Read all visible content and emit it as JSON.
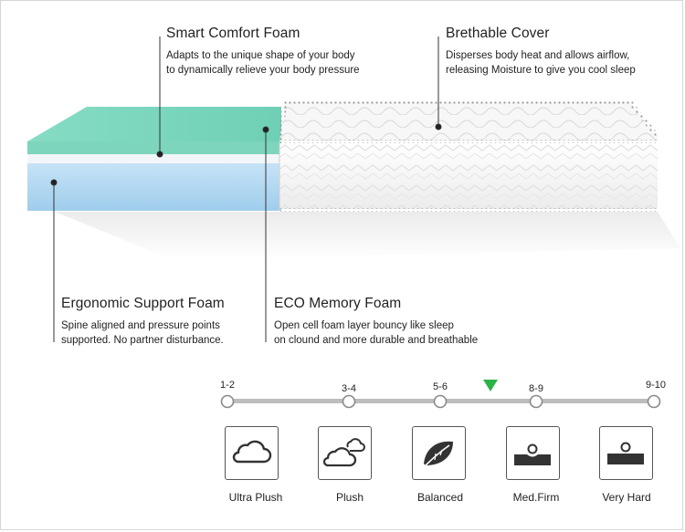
{
  "callouts": [
    {
      "title": "Smart Comfort Foam",
      "lines": [
        "Adapts to the unique shape of your body",
        "to dynamically relieve your body pressure"
      ]
    },
    {
      "title": "Brethable Cover",
      "lines": [
        "Disperses body heat and allows airflow,",
        "releasing Moisture to give you cool sleep"
      ]
    },
    {
      "title": "Ergonomic Support Foam",
      "lines": [
        "Spine aligned and pressure points",
        "supported. No partner disturbance."
      ]
    },
    {
      "title": "ECO Memory Foam",
      "lines": [
        "Open cell foam layer bouncy like sleep",
        "on clound and more durable and breathable"
      ]
    }
  ],
  "firmness_scale": {
    "ticks": [
      "1-2",
      "3-4",
      "5-6",
      "8-9",
      "9-10"
    ],
    "indicator_color": "#2bb34a",
    "levels": [
      {
        "label": "Ultra Plush",
        "icon": "cloud-icon"
      },
      {
        "label": "Plush",
        "icon": "double-cloud-icon"
      },
      {
        "label": "Balanced",
        "icon": "leaf-icon"
      },
      {
        "label": "Med.Firm",
        "icon": "ball-on-firm-surface-icon"
      },
      {
        "label": "Very Hard",
        "icon": "ball-on-hard-surface-icon"
      }
    ]
  },
  "colors": {
    "comfort_foam": "#7fd8bf",
    "support_foam": "#a9d3ef",
    "cover": "#f4f4f4",
    "scale_track": "#bdbdbd"
  }
}
